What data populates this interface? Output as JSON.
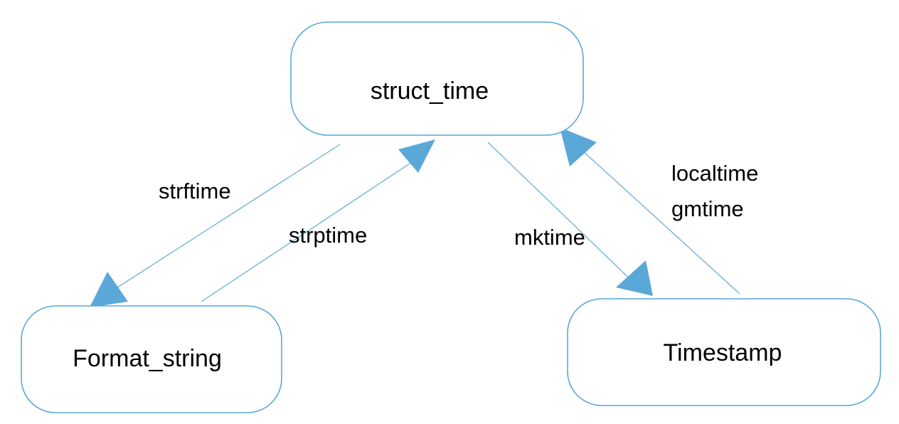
{
  "colors": {
    "edge": "#6aaed6",
    "arrowhead": "#5aa8d8",
    "node_border": "#5aa8d8",
    "text": "#000000"
  },
  "nodes": {
    "struct_time": "struct_time",
    "format_string": "Format_string",
    "timestamp": "Timestamp"
  },
  "edges": {
    "strftime": "strftime",
    "strptime": "strptime",
    "mktime": "mktime",
    "localtime": "localtime",
    "gmtime": "gmtime"
  }
}
